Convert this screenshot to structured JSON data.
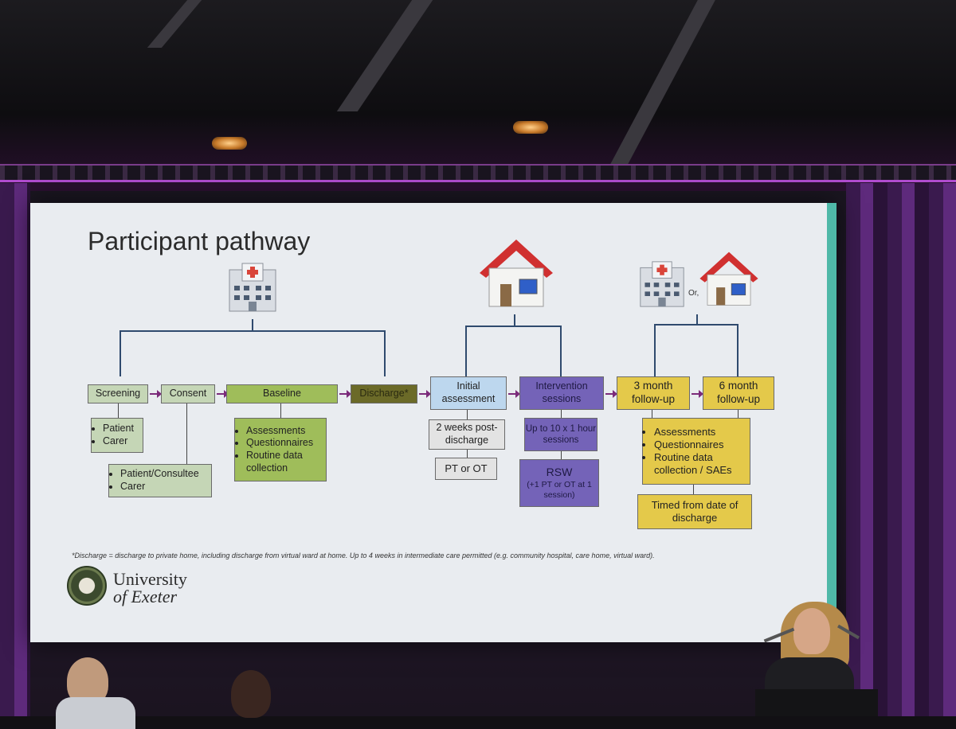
{
  "slide": {
    "title": "Participant pathway",
    "or_label": "Or,",
    "boxes": {
      "screening": "Screening",
      "consent": "Consent",
      "baseline": "Baseline",
      "discharge": "Discharge*",
      "initial": "Initial assessment",
      "intervention": "Intervention sessions",
      "m3": "3 month follow-up",
      "m6": "6 month follow-up",
      "two_weeks": "2 weeks post-discharge",
      "pt_ot": "PT or OT",
      "up_to_10": "Up to 10 x 1 hour sessions",
      "rsw": "RSW",
      "rsw_note": "(+1 PT or OT at 1 session)",
      "timed": "Timed from date of discharge"
    },
    "lists": {
      "screening": [
        "Patient",
        "Carer"
      ],
      "consent": [
        "Patient/Consultee",
        "Carer"
      ],
      "baseline": [
        "Assessments",
        "Questionnaires",
        "Routine data collection"
      ],
      "followup": [
        "Assessments",
        "Questionnaires",
        "Routine data collection / SAEs"
      ]
    },
    "footnote": "*Discharge = discharge to private home, including discharge from virtual ward at home. Up to 4 weeks in intermediate care permitted (e.g. community hospital, care home, virtual ward).",
    "logo": {
      "line1": "University",
      "line2": "of Exeter"
    },
    "icons": [
      "hospital-icon",
      "house-icon"
    ]
  }
}
